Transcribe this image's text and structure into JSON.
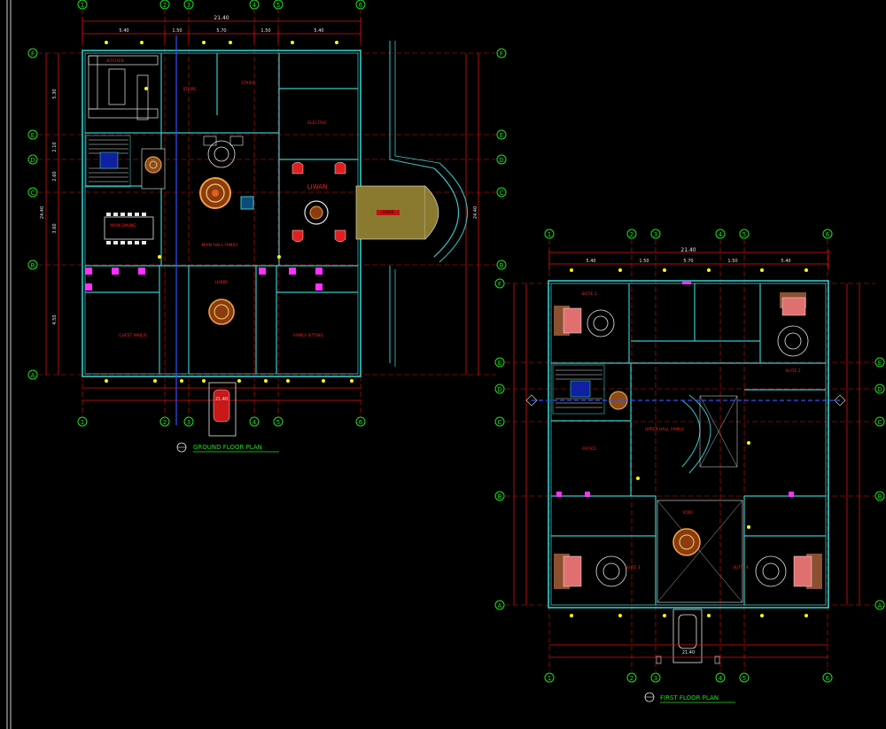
{
  "ground_floor": {
    "title": "GROUND FLOOR PLAN",
    "grid_columns": [
      "1",
      "2",
      "3",
      "4",
      "5",
      "6"
    ],
    "grid_rows": [
      "F",
      "E",
      "D",
      "C",
      "B",
      "A"
    ],
    "overall_width": "21.40",
    "bay_widths": [
      "5.40",
      "1.50",
      "5.70",
      "1.50",
      "5.40"
    ],
    "row_spacings": [
      "5.30",
      "2.10",
      "2.60",
      "3.60",
      "4.50"
    ],
    "overall_depth": "24.40",
    "rooms": [
      "KITCHEN",
      "STORE",
      "ELECTRIC",
      "STAIRS",
      "LIWAN",
      "FOYER",
      "MAIN DINING",
      "MAIN HALL FAMILY",
      "GUEST MAJLIS",
      "LOBBY",
      "FAMILY SITTING"
    ],
    "parking_label": "21.40",
    "colors": {
      "walls": "#37c8c8",
      "grid": "#e01010",
      "labels": "#ff2020",
      "furniture": "#e8e8e8",
      "doors": "#ff30ff",
      "lights": "#ffff00",
      "grid_bubbles": "#1fe01f",
      "background": "#000000"
    }
  },
  "first_floor": {
    "title": "FIRST FLOOR PLAN",
    "grid_columns": [
      "1",
      "2",
      "3",
      "4",
      "5",
      "6"
    ],
    "grid_rows": [
      "F",
      "E",
      "D",
      "C",
      "B",
      "A"
    ],
    "overall_width": "21.40",
    "bay_widths": [
      "5.40",
      "1.50",
      "5.70",
      "1.50",
      "5.40"
    ],
    "rooms": [
      "SUITE 1",
      "SUITE 2",
      "OFFICE",
      "UPPER HALL FAMILY",
      "VOID",
      "SUITE 3",
      "SUITE 4"
    ]
  }
}
